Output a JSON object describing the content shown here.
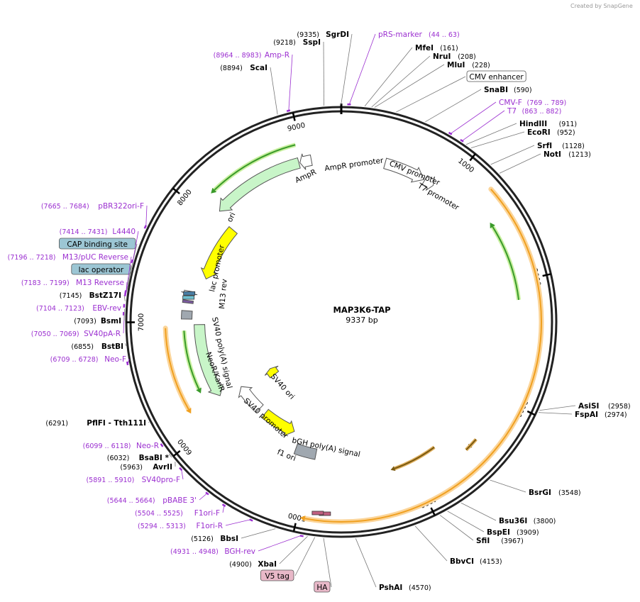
{
  "credit": "Created by SnapGene",
  "plasmid": {
    "name": "MAP3K6-TAP",
    "length_label": "9337 bp",
    "length_bp": 9337
  },
  "colors": {
    "enzyme": "#000000",
    "primer": "#9b2fd0",
    "orf": "#f0a020",
    "orf_highlight": "#fbd59a",
    "green_orf": "#3a9a2a",
    "ampr_fill": "#c8f5c8",
    "ori_fill": "#ffff00",
    "promoter_fill": "#ffffff",
    "polyA_fill": "#a0a8b0",
    "box_blue": "#9cc6d4",
    "box_pink": "#e8b8c8"
  },
  "ticks": [
    {
      "bp": 1000,
      "label": "1000"
    },
    {
      "bp": 2000,
      "label": "2000"
    },
    {
      "bp": 3000,
      "label": "3000"
    },
    {
      "bp": 4000,
      "label": "4000"
    },
    {
      "bp": 5000,
      "label": "5000"
    },
    {
      "bp": 6000,
      "label": "6000"
    },
    {
      "bp": 7000,
      "label": "7000"
    },
    {
      "bp": 8000,
      "label": "8000"
    },
    {
      "bp": 9000,
      "label": "9000"
    }
  ],
  "sites": [
    {
      "type": "enzyme",
      "name": "SgrDI",
      "pos": "(9335)",
      "bp": 9335,
      "side": "L"
    },
    {
      "type": "enzyme",
      "name": "SspI",
      "pos": "(9218)",
      "bp": 9218,
      "side": "L"
    },
    {
      "type": "primer",
      "name": "Amp-R",
      "pos": "(8964 .. 8983)",
      "bp": 8973,
      "side": "L"
    },
    {
      "type": "enzyme",
      "name": "ScaI",
      "pos": "(8894)",
      "bp": 8894,
      "side": "L"
    },
    {
      "type": "primer",
      "name": "pRS-marker",
      "pos": "(44 .. 63)",
      "bp": 53,
      "side": "R"
    },
    {
      "type": "enzyme",
      "name": "MfeI",
      "pos": "(161)",
      "bp": 161,
      "side": "R"
    },
    {
      "type": "enzyme",
      "name": "NruI",
      "pos": "(208)",
      "bp": 208,
      "side": "R"
    },
    {
      "type": "enzyme",
      "name": "MluI",
      "pos": "(228)",
      "bp": 228,
      "side": "R"
    },
    {
      "type": "box",
      "name": "CMV enhancer",
      "bp": 380,
      "side": "R",
      "color": "#ffffff"
    },
    {
      "type": "enzyme",
      "name": "SnaBI",
      "pos": "(590)",
      "bp": 590,
      "side": "R"
    },
    {
      "type": "primer",
      "name": "CMV-F",
      "pos": "(769 .. 789)",
      "bp": 779,
      "side": "R"
    },
    {
      "type": "primer",
      "name": "T7",
      "pos": "(863 .. 882)",
      "bp": 872,
      "side": "R"
    },
    {
      "type": "enzyme",
      "name": "HindIII",
      "pos": "(911)",
      "bp": 911,
      "side": "R"
    },
    {
      "type": "enzyme",
      "name": "EcoRI",
      "pos": "(952)",
      "bp": 952,
      "side": "R"
    },
    {
      "type": "enzyme",
      "name": "SrfI",
      "pos": "(1128)",
      "bp": 1128,
      "side": "R"
    },
    {
      "type": "enzyme",
      "name": "NotI",
      "pos": "(1213)",
      "bp": 1213,
      "side": "R"
    },
    {
      "type": "enzyme",
      "name": "AsiSI",
      "pos": "(2958)",
      "bp": 2958,
      "side": "R"
    },
    {
      "type": "enzyme",
      "name": "FspAI",
      "pos": "(2974)",
      "bp": 2974,
      "side": "R"
    },
    {
      "type": "enzyme",
      "name": "BsrGI",
      "pos": "(3548)",
      "bp": 3548,
      "side": "R"
    },
    {
      "type": "enzyme",
      "name": "Bsu36I",
      "pos": "(3800)",
      "bp": 3800,
      "side": "R"
    },
    {
      "type": "enzyme",
      "name": "BspEI",
      "pos": "(3909)",
      "bp": 3909,
      "side": "R"
    },
    {
      "type": "enzyme",
      "name": "SfiI",
      "pos": "(3967)",
      "bp": 3967,
      "side": "R"
    },
    {
      "type": "enzyme",
      "name": "BbvCI",
      "pos": "(4153)",
      "bp": 4153,
      "side": "R"
    },
    {
      "type": "enzyme",
      "name": "PshAI",
      "pos": "(4570)",
      "bp": 4570,
      "side": "R"
    },
    {
      "type": "box",
      "name": "HA",
      "bp": 4790,
      "side": "L",
      "color": "#e8b8c8"
    },
    {
      "type": "box",
      "name": "V5 tag",
      "bp": 4850,
      "side": "L",
      "color": "#e8b8c8"
    },
    {
      "type": "enzyme",
      "name": "XbaI",
      "pos": "(4900)",
      "bp": 4900,
      "side": "L"
    },
    {
      "type": "primer",
      "name": "BGH-rev",
      "pos": "(4931 .. 4948)",
      "bp": 4940,
      "side": "L"
    },
    {
      "type": "enzyme",
      "name": "BbsI",
      "pos": "(5126)",
      "bp": 5126,
      "side": "L"
    },
    {
      "type": "primer",
      "name": "F1ori-R",
      "pos": "(5294 .. 5313)",
      "bp": 5303,
      "side": "L"
    },
    {
      "type": "primer",
      "name": "F1ori-F",
      "pos": "(5504 .. 5525)",
      "bp": 5514,
      "side": "L"
    },
    {
      "type": "primer",
      "name": "pBABE 3'",
      "pos": "(5644 .. 5664)",
      "bp": 5654,
      "side": "L"
    },
    {
      "type": "primer",
      "name": "SV40pro-F",
      "pos": "(5891 .. 5910)",
      "bp": 5900,
      "side": "L"
    },
    {
      "type": "enzyme",
      "name": "AvrII",
      "pos": "(5963)",
      "bp": 5963,
      "side": "L"
    },
    {
      "type": "enzyme",
      "name": "BsaBI *",
      "pos": "(6032)",
      "bp": 6032,
      "side": "L"
    },
    {
      "type": "primer",
      "name": "Neo-R",
      "pos": "(6099 .. 6118)",
      "bp": 6108,
      "side": "L"
    },
    {
      "type": "enzyme",
      "name": "PflFI - Tth111I",
      "pos": "(6291)",
      "bp": 6291,
      "side": "L"
    },
    {
      "type": "primer",
      "name": "Neo-F",
      "pos": "(6709 .. 6728)",
      "bp": 6718,
      "side": "L"
    },
    {
      "type": "enzyme",
      "name": "BstBI",
      "pos": "(6855)",
      "bp": 6855,
      "side": "L"
    },
    {
      "type": "primer",
      "name": "SV40pA-R",
      "pos": "(7050 .. 7069)",
      "bp": 7059,
      "side": "L"
    },
    {
      "type": "enzyme",
      "name": "BsmI",
      "pos": "(7093)",
      "bp": 7093,
      "side": "L"
    },
    {
      "type": "primer",
      "name": "EBV-rev",
      "pos": "(7104 .. 7123)",
      "bp": 7113,
      "side": "L"
    },
    {
      "type": "enzyme",
      "name": "BstZ17I",
      "pos": "(7145)",
      "bp": 7145,
      "side": "L"
    },
    {
      "type": "primer",
      "name": "M13 Reverse",
      "pos": "(7183 .. 7199)",
      "bp": 7191,
      "side": "L"
    },
    {
      "type": "box",
      "name": "lac operator",
      "bp": 7200,
      "side": "L",
      "color": "#9cc6d4"
    },
    {
      "type": "primer",
      "name": "M13/pUC Reverse",
      "pos": "(7196 .. 7218)",
      "bp": 7207,
      "side": "L"
    },
    {
      "type": "box",
      "name": "CAP binding site",
      "bp": 7260,
      "side": "L",
      "color": "#9cc6d4"
    },
    {
      "type": "primer",
      "name": "L4440",
      "pos": "(7414 .. 7431)",
      "bp": 7422,
      "side": "L"
    },
    {
      "type": "primer",
      "name": "pBR322ori-F",
      "pos": "(7665 .. 7684)",
      "bp": 7674,
      "side": "L"
    }
  ],
  "features": [
    {
      "name": "AmpR",
      "kind": "gene",
      "start": 8100,
      "end": 8950,
      "strand": -1
    },
    {
      "name": "AmpR promoter",
      "kind": "promoter",
      "start": 8960,
      "end": 9065,
      "strand": -1
    },
    {
      "name": "ori",
      "kind": "rep_origin",
      "start": 7460,
      "end": 8050,
      "strand": -1
    },
    {
      "name": "CMV promoter",
      "kind": "promoter",
      "start": 400,
      "end": 780,
      "strand": 1
    },
    {
      "name": "T7 promoter",
      "kind": "promoter",
      "start": 790,
      "end": 880,
      "strand": 1
    },
    {
      "name": "lac promoter",
      "kind": "promoter",
      "start": 7270,
      "end": 7300,
      "strand": -1
    },
    {
      "name": "M13 rev",
      "kind": "primer_bind",
      "start": 7185,
      "end": 7210,
      "strand": -1
    },
    {
      "name": "SV40 poly(A) signal",
      "kind": "polyA",
      "start": 7030,
      "end": 7110,
      "strand": -1
    },
    {
      "name": "NeoR/KanR",
      "kind": "gene",
      "start": 6190,
      "end": 6975,
      "strand": -1
    },
    {
      "name": "SV40 ori",
      "kind": "rep_origin",
      "start": 6010,
      "end": 6140,
      "strand": 1
    },
    {
      "name": "SV40 promoter",
      "kind": "promoter",
      "start": 5790,
      "end": 6150,
      "strand": 1
    },
    {
      "name": "f1 ori",
      "kind": "rep_origin",
      "start": 5270,
      "end": 5700,
      "strand": -1
    },
    {
      "name": "bGH poly(A) signal",
      "kind": "polyA",
      "start": 4950,
      "end": 5180,
      "strand": 1
    }
  ],
  "center_labels": {
    "AmpR": "AmpR",
    "AmpR_promoter": "AmpR promoter",
    "CMV_promoter": "CMV promoter",
    "T7_promoter": "T7 promoter",
    "ori": "ori",
    "lac_promoter": "lac promoter",
    "M13_rev": "M13 rev",
    "SV40_polyA": "SV40 poly(A) signal",
    "NeoR": "NeoR/KanR",
    "SV40_ori": "SV40 ori",
    "SV40_promoter": "SV40 promoter",
    "f1_ori": "f1 ori",
    "bGH_polyA": "bGH poly(A) signal"
  }
}
